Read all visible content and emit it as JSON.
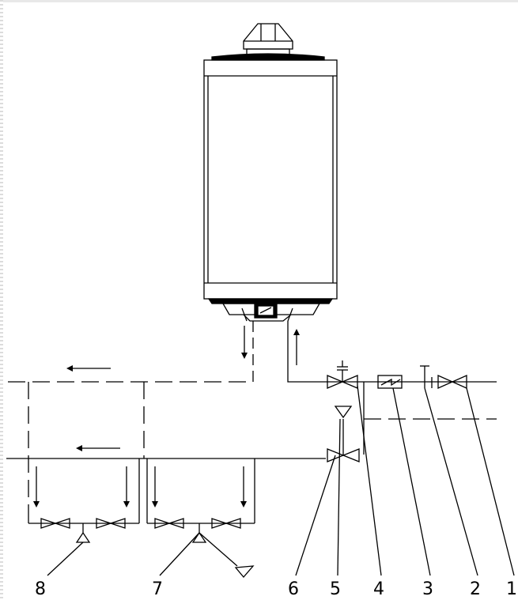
{
  "diagram": {
    "callouts": [
      {
        "id": "label-8",
        "text": "8"
      },
      {
        "id": "label-7",
        "text": "7"
      },
      {
        "id": "label-6",
        "text": "6"
      },
      {
        "id": "label-5",
        "text": "5"
      },
      {
        "id": "label-4",
        "text": "4"
      },
      {
        "id": "label-3",
        "text": "3"
      },
      {
        "id": "label-2",
        "text": "2"
      },
      {
        "id": "label-1",
        "text": "1"
      }
    ],
    "colors": {
      "line": "#000000",
      "background": "#ffffff",
      "frame": "#e8e8e8"
    }
  }
}
